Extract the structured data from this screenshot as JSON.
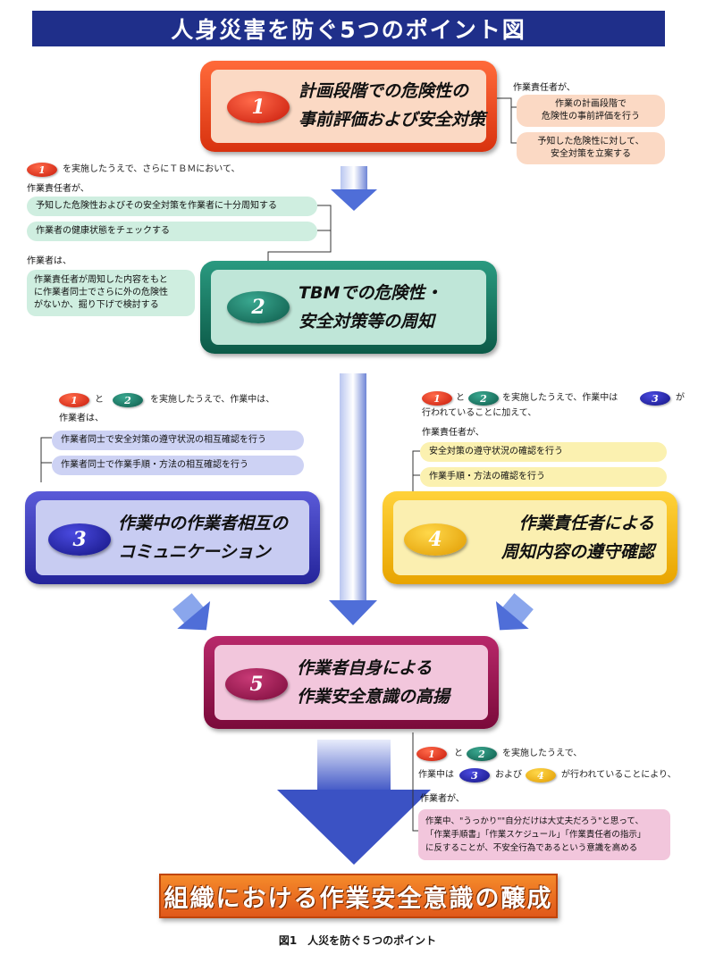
{
  "title": "人身災害を防ぐ5つのポイント図",
  "points": {
    "p1": {
      "num": "1",
      "line1": "計画段階での危険性の",
      "line2": "事前評価および安全対策"
    },
    "p2": {
      "num": "2",
      "line1": "TBMでの危険性・",
      "line2": "安全対策等の周知"
    },
    "p3": {
      "num": "3",
      "line1": "作業中の作業者相互の",
      "line2": "コミュニケーション"
    },
    "p4": {
      "num": "4",
      "line1": "作業責任者による",
      "line2": "周知内容の遵守確認"
    },
    "p5": {
      "num": "5",
      "line1": "作業者自身による",
      "line2": "作業安全意識の高揚"
    }
  },
  "step1": {
    "label": "作業責任者が、",
    "items": [
      "作業の計画段階で\n危険性の事前評価を行う",
      "予知した危険性に対して、\n安全対策を立案する"
    ]
  },
  "step2": {
    "intro_num": "1",
    "intro": "を実施したうえで、さらにＴＢＭにおいて、",
    "label1": "作業責任者が、",
    "items": [
      "予知した危険性およびその安全対策を作業者に十分周知する",
      "作業者の健康状態をチェックする"
    ],
    "label2": "作業者は、",
    "worker_item": "作業責任者が周知した内容をもと\nに作業者同士でさらに外の危険性\nがないか、掘り下げで検討する"
  },
  "step3": {
    "n1": "1",
    "and": "と",
    "n2": "2",
    "intro": "を実施したうえで、作業中は、",
    "label": "作業者は、",
    "items": [
      "作業者同士で安全対策の遵守状況の相互確認を行う",
      "作業者同士で作業手順・方法の相互確認を行う"
    ]
  },
  "step4": {
    "n1": "1",
    "and": "と",
    "n2": "2",
    "intro": "を実施したうえで、作業中は",
    "n3": "3",
    "ga": "が",
    "intro2": "行われていることに加えて、",
    "label": "作業責任者が、",
    "items": [
      "安全対策の遵守状況の確認を行う",
      "作業手順・方法の確認を行う"
    ]
  },
  "step5": {
    "n1": "1",
    "and": "と",
    "n2": "2",
    "intro": "を実施したうえで、",
    "pre": "作業中は",
    "n3": "3",
    "oyobi": "および",
    "n4": "4",
    "intro2": "が行われていることにより、",
    "label": "作業者が、",
    "text": "作業中、\"うっかり\"\"自分だけは大丈夫だろう\"と思って、\n「作業手順書」「作業スケジュール」「作業責任者の指示」\nに反することが、不安全行為であるという意識を高める"
  },
  "final": "組織における作業安全意識の醸成",
  "caption": "図1　人災を防ぐ５つのポイント",
  "colors": {
    "title_bg": "#1f2f8a",
    "p1": "#e8421f",
    "p2": "#1f7a66",
    "p3": "#3434b8",
    "p4": "#f4b000",
    "p5": "#9a1450",
    "final": "#f07020"
  }
}
